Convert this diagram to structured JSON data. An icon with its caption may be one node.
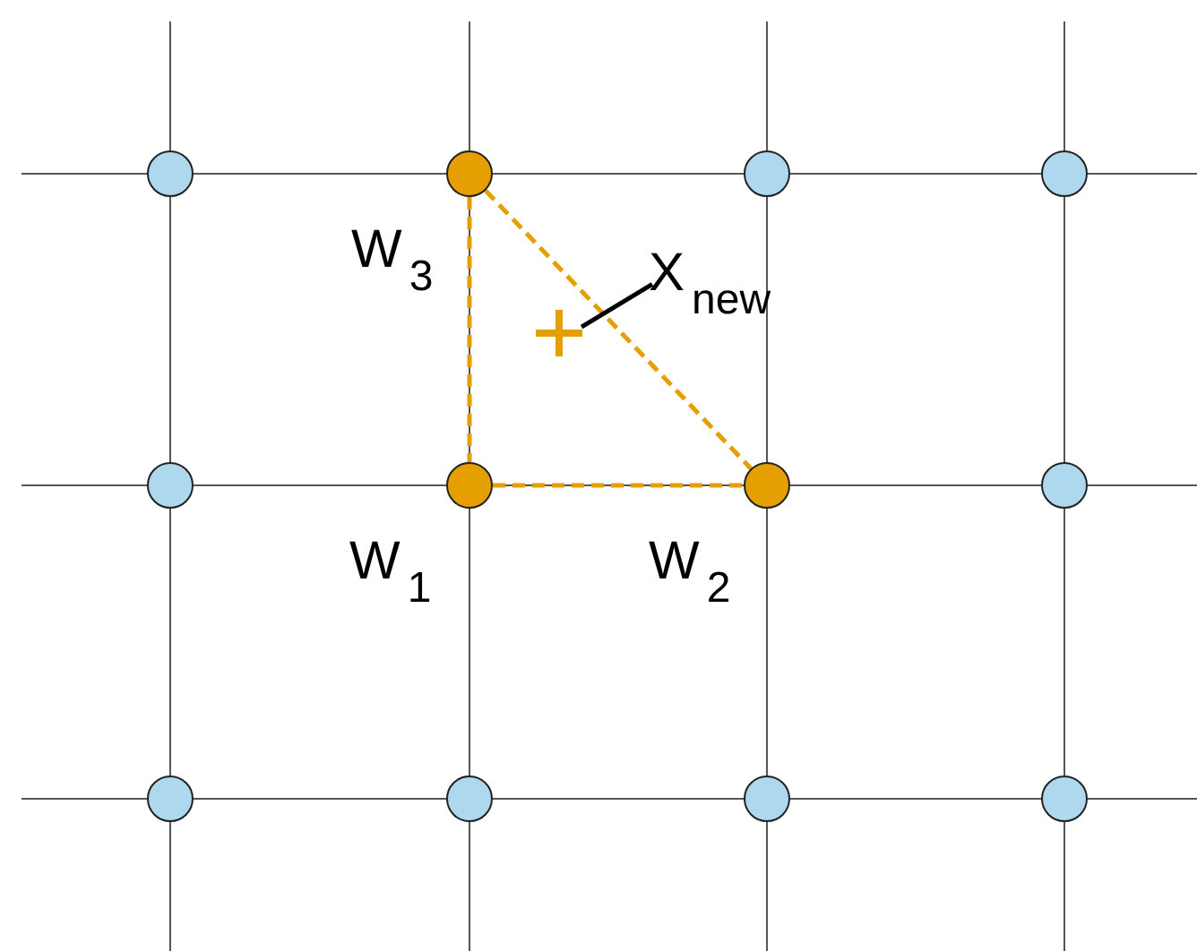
{
  "diagram": {
    "nodes": [
      {
        "text": [],
        "shape": "circle"
      },
      {
        "text": [],
        "shape": "circle",
        "beside": [
          "W$_{3}$"
        ]
      },
      {
        "text": [],
        "shape": "circle"
      },
      {
        "text": [],
        "shape": "circle"
      },
      {
        "text": [],
        "shape": "circle"
      },
      {
        "text": [],
        "shape": "circle",
        "beside": [
          "W$_{1}$"
        ]
      },
      {
        "text": [],
        "shape": "circle",
        "beside": [
          "W$_{2}$"
        ]
      },
      {
        "text": [],
        "shape": "circle"
      },
      {
        "text": [],
        "shape": "circle"
      },
      {
        "text": [],
        "shape": "circle"
      },
      {
        "text": [],
        "shape": "circle"
      },
      {
        "text": [],
        "shape": "circle"
      },
      {
        "text": [
          "X$_{new}$"
        ]
      },
      {
        "text": [],
        "shape": "cross"
      }
    ],
    "edges": [
      {
        "from": 1,
        "to": 5,
        "arrow": "none",
        "style": "dashed",
        "color": "#e69f00"
      },
      {
        "from": 5,
        "to": 6,
        "arrow": "none",
        "style": "dashed",
        "color": "#e69f00"
      },
      {
        "from": 1,
        "to": 6,
        "arrow": "none",
        "style": "dashed",
        "color": "#e69f00"
      },
      {
        "from": 12,
        "to": 13,
        "arrow": "none",
        "color": "#000000"
      }
    ]
  }
}
